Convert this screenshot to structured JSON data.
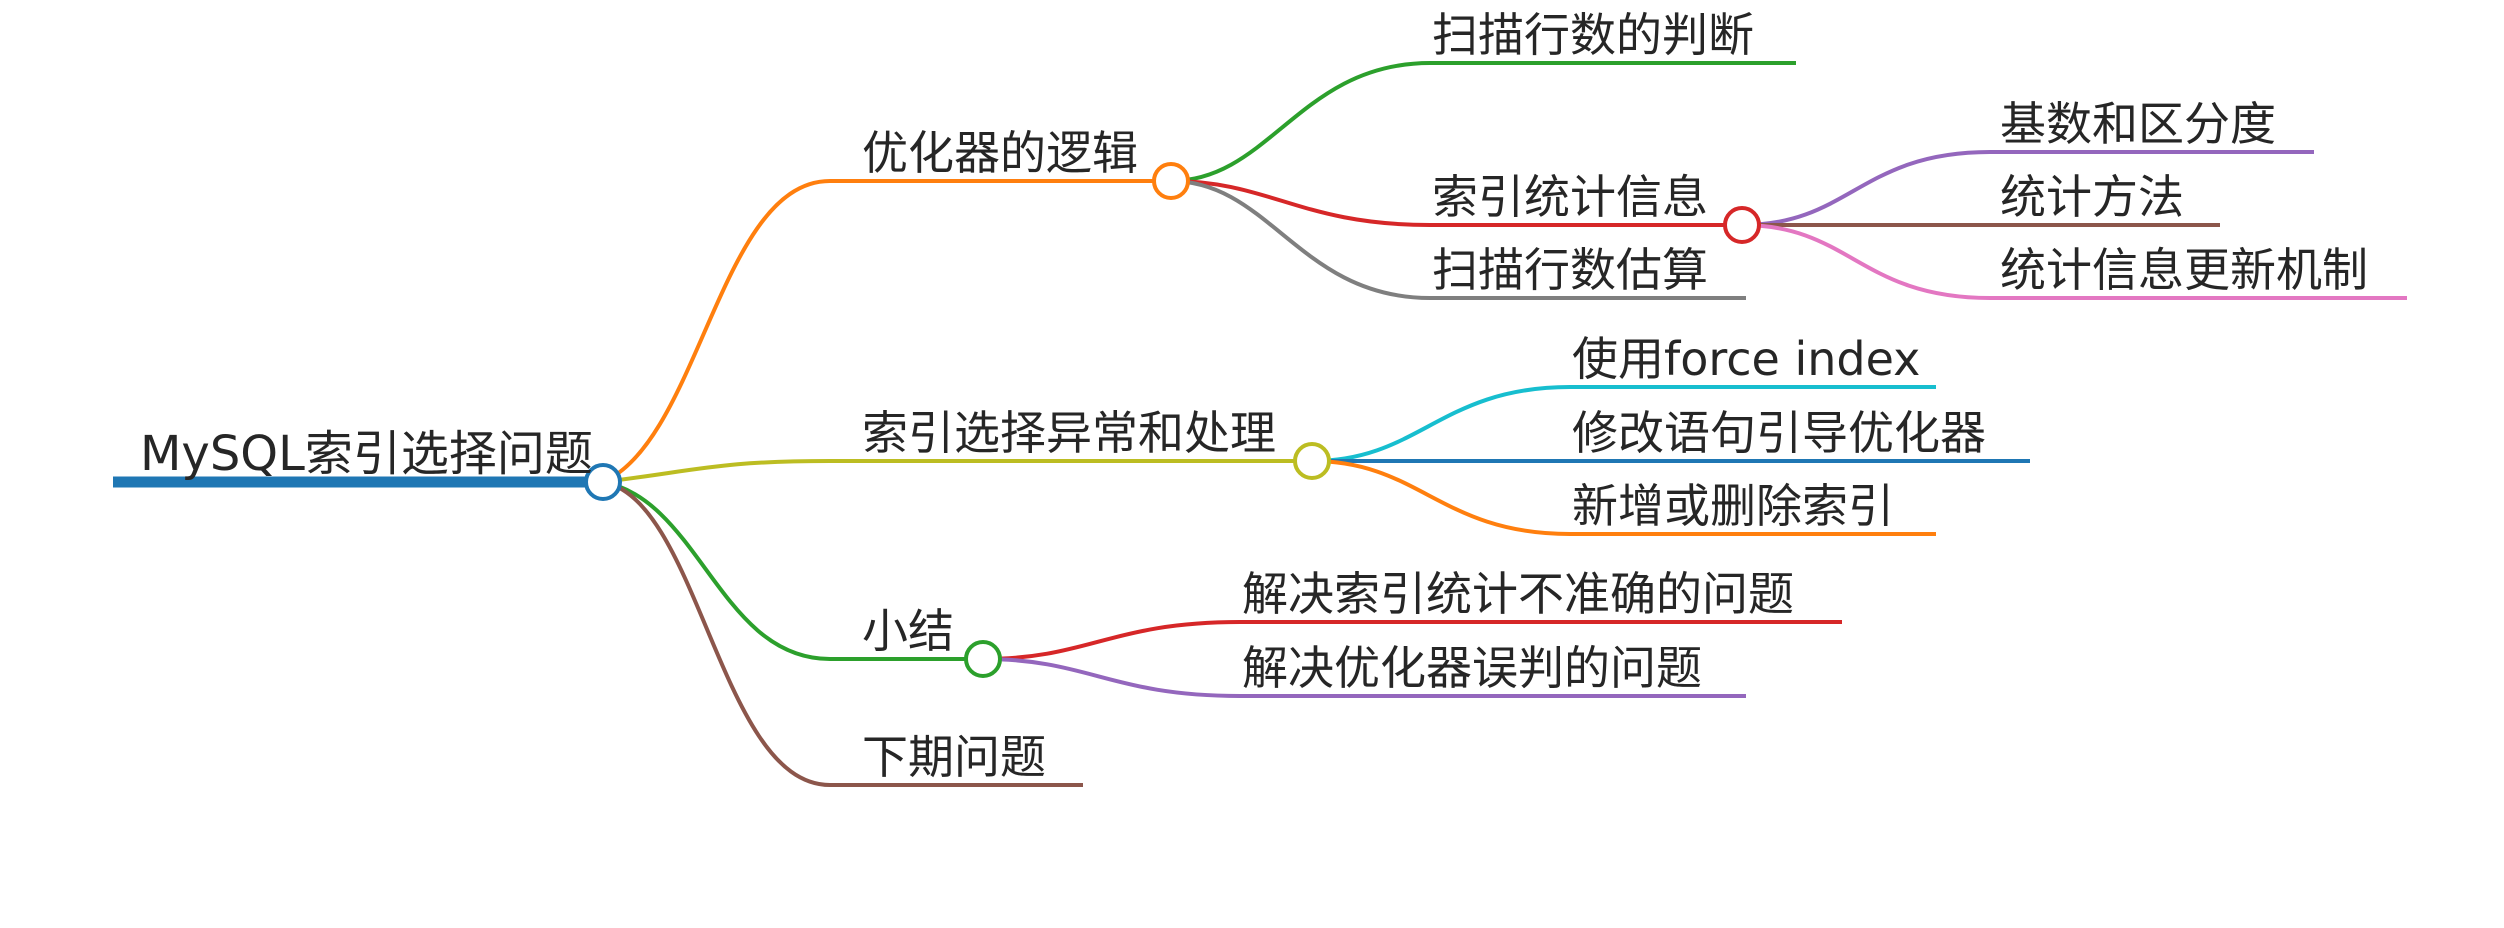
{
  "root": {
    "label": "MySQL索引选择问题",
    "color": "#1f77b4"
  },
  "branches": [
    {
      "label": "优化器的逻辑",
      "color": "#ff7f0e",
      "children": [
        {
          "label": "扫描行数的判断",
          "color": "#2ca02c"
        },
        {
          "label": "索引统计信息",
          "color": "#d62728",
          "children": [
            {
              "label": "基数和区分度",
              "color": "#9467bd"
            },
            {
              "label": "统计方法",
              "color": "#8c564b"
            },
            {
              "label": "统计信息更新机制",
              "color": "#e377c2"
            }
          ]
        },
        {
          "label": "扫描行数估算",
          "color": "#7f7f7f"
        }
      ]
    },
    {
      "label": "索引选择异常和处理",
      "color": "#bcbd22",
      "children": [
        {
          "label": "使用force index",
          "color": "#17becf"
        },
        {
          "label": "修改语句引导优化器",
          "color": "#1f77b4"
        },
        {
          "label": "新增或删除索引",
          "color": "#ff7f0e"
        }
      ]
    },
    {
      "label": "小结",
      "color": "#2ca02c",
      "children": [
        {
          "label": "解决索引统计不准确的问题",
          "color": "#d62728"
        },
        {
          "label": "解决优化器误判的问题",
          "color": "#9467bd"
        }
      ]
    },
    {
      "label": "下期问题",
      "color": "#8c564b"
    }
  ]
}
